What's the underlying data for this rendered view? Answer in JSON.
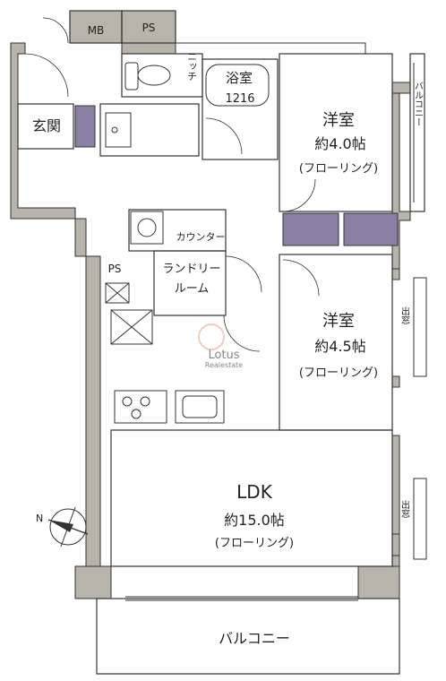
{
  "colors": {
    "wall": "#b8b3ab",
    "line": "#333333",
    "storage": "#8b7fa3",
    "floor": "#ffffff",
    "watermark": "#e8a090"
  },
  "labels": {
    "mb": "MB",
    "ps_top": "PS",
    "niche": "ニッチ",
    "bath_name": "浴室",
    "bath_size": "1216",
    "entrance": "玄関",
    "balcony_side": "バルコニー",
    "room1_name": "洋室",
    "room1_size": "約4.0帖",
    "room1_floor": "(フローリング)",
    "counter": "カウンター",
    "ps_mid": "PS",
    "laundry_line1": "ランドリー",
    "laundry_line2": "ルーム",
    "room2_name": "洋室",
    "room2_size": "約4.5帖",
    "room2_floor": "(フローリング)",
    "window1": "出窓",
    "window2": "出窓",
    "ldk_name": "LDK",
    "ldk_size": "約15.0帖",
    "ldk_floor": "(フローリング)",
    "compass_n": "N",
    "balcony_bottom": "バルコニー"
  },
  "watermark": {
    "brand": "Lotus",
    "sub": "Realestate"
  }
}
